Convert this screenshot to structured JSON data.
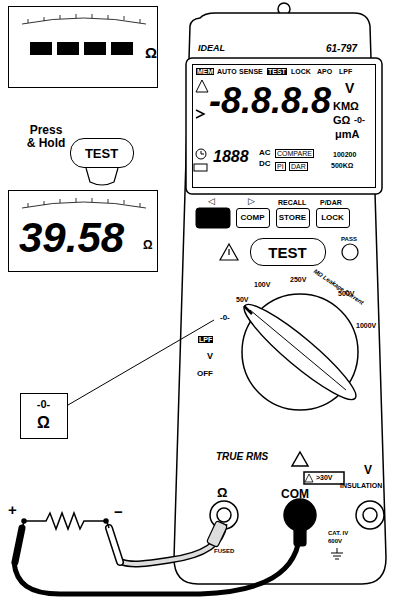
{
  "diagram": {
    "nodes": [
      {
        "text": [
          "Ω"
        ]
      },
      {
        "text": [
          "TEST"
        ]
      },
      {
        "text": [
          "39.58",
          "Ω"
        ]
      },
      {
        "text": [
          "-0-",
          "Ω"
        ]
      },
      {
        "text": [
          "MEM",
          "AUTO",
          "SENSE",
          "TEST",
          "LOCK",
          "APO",
          "LPF",
          "-8.8.8.8",
          "V",
          "KMΩ",
          "GΩ",
          "-0-",
          "μmA",
          "1888",
          "AC",
          "DC",
          "COMPARE",
          "PI",
          "DAR",
          "100200",
          "500KΩ"
        ]
      },
      {
        "text": [
          "COMP"
        ]
      },
      {
        "text": [
          "STORE"
        ]
      },
      {
        "text": [
          "LOCK"
        ]
      },
      {
        "text": [
          "TEST"
        ]
      }
    ],
    "labels": [
      "Press & Hold",
      "IDEAL",
      "61-797",
      "◁",
      "▷",
      "RECALL",
      "P/DAR",
      "PASS",
      "-0-",
      "50V",
      "100V",
      "250V",
      "500V",
      "1000V",
      "MΩ Leakage Current",
      "LPF",
      "V",
      "OFF",
      "TRUE RMS",
      "Ω",
      "COM",
      "V",
      "INSULATION",
      ">30V",
      "FUSED",
      "CAT. IV",
      "600V",
      "+",
      "−"
    ]
  }
}
